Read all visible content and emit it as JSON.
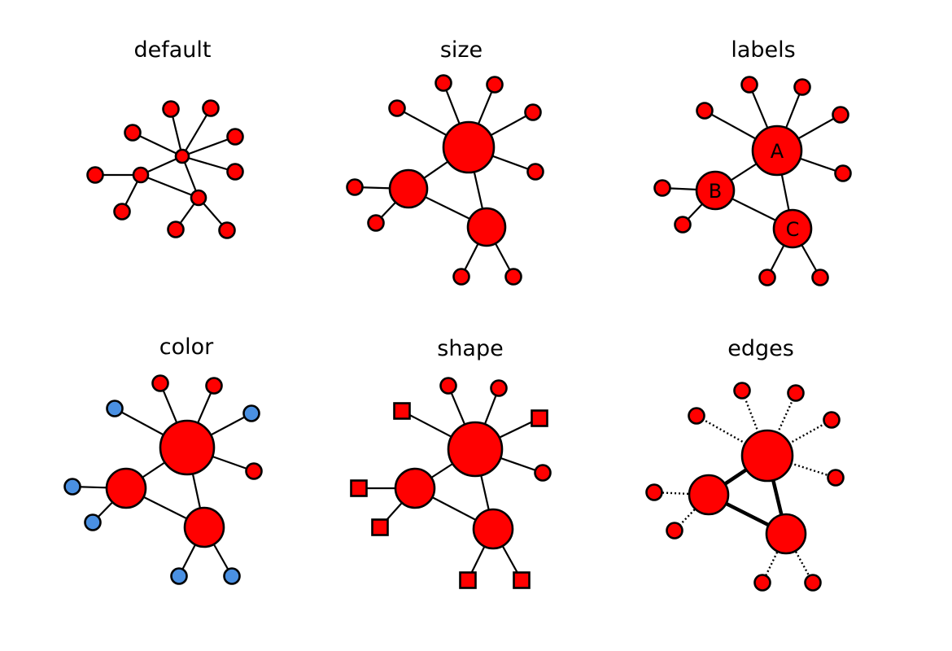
{
  "figure": {
    "panels": [
      {
        "id": "default",
        "title": "default",
        "node_style": "uniform",
        "hubs": [
          {
            "id": "A",
            "label": ""
          },
          {
            "id": "B",
            "label": ""
          },
          {
            "id": "C",
            "label": ""
          }
        ],
        "hub_edges": [
          [
            "A",
            "B"
          ],
          [
            "A",
            "C"
          ],
          [
            "B",
            "C"
          ]
        ],
        "leaves": [
          {
            "hub": "A",
            "color": "red",
            "shape": "circle"
          },
          {
            "hub": "A",
            "color": "red",
            "shape": "circle"
          },
          {
            "hub": "A",
            "color": "red",
            "shape": "circle"
          },
          {
            "hub": "A",
            "color": "red",
            "shape": "circle"
          },
          {
            "hub": "A",
            "color": "red",
            "shape": "circle"
          },
          {
            "hub": "B",
            "color": "red",
            "shape": "circle"
          },
          {
            "hub": "B",
            "color": "red",
            "shape": "circle"
          },
          {
            "hub": "C",
            "color": "red",
            "shape": "circle"
          },
          {
            "hub": "C",
            "color": "red",
            "shape": "circle"
          }
        ]
      },
      {
        "id": "size",
        "title": "size",
        "node_style": "sized",
        "hubs": [
          {
            "id": "A",
            "label": ""
          },
          {
            "id": "B",
            "label": ""
          },
          {
            "id": "C",
            "label": ""
          }
        ],
        "hub_edges": [
          [
            "A",
            "B"
          ],
          [
            "A",
            "C"
          ],
          [
            "B",
            "C"
          ]
        ],
        "leaves": [
          {
            "hub": "A",
            "color": "red",
            "shape": "circle"
          },
          {
            "hub": "A",
            "color": "red",
            "shape": "circle"
          },
          {
            "hub": "A",
            "color": "red",
            "shape": "circle"
          },
          {
            "hub": "A",
            "color": "red",
            "shape": "circle"
          },
          {
            "hub": "A",
            "color": "red",
            "shape": "circle"
          },
          {
            "hub": "B",
            "color": "red",
            "shape": "circle"
          },
          {
            "hub": "B",
            "color": "red",
            "shape": "circle"
          },
          {
            "hub": "C",
            "color": "red",
            "shape": "circle"
          },
          {
            "hub": "C",
            "color": "red",
            "shape": "circle"
          }
        ]
      },
      {
        "id": "labels",
        "title": "labels",
        "node_style": "sized",
        "hubs": [
          {
            "id": "A",
            "label": "A"
          },
          {
            "id": "B",
            "label": "B"
          },
          {
            "id": "C",
            "label": "C"
          }
        ],
        "hub_edges": [
          [
            "A",
            "B"
          ],
          [
            "A",
            "C"
          ],
          [
            "B",
            "C"
          ]
        ],
        "leaves": [
          {
            "hub": "A",
            "color": "red",
            "shape": "circle"
          },
          {
            "hub": "A",
            "color": "red",
            "shape": "circle"
          },
          {
            "hub": "A",
            "color": "red",
            "shape": "circle"
          },
          {
            "hub": "A",
            "color": "red",
            "shape": "circle"
          },
          {
            "hub": "A",
            "color": "red",
            "shape": "circle"
          },
          {
            "hub": "B",
            "color": "red",
            "shape": "circle"
          },
          {
            "hub": "B",
            "color": "red",
            "shape": "circle"
          },
          {
            "hub": "C",
            "color": "red",
            "shape": "circle"
          },
          {
            "hub": "C",
            "color": "red",
            "shape": "circle"
          }
        ]
      },
      {
        "id": "color",
        "title": "color",
        "node_style": "sized",
        "hubs": [
          {
            "id": "A",
            "label": ""
          },
          {
            "id": "B",
            "label": ""
          },
          {
            "id": "C",
            "label": ""
          }
        ],
        "hub_edges": [
          [
            "A",
            "B"
          ],
          [
            "A",
            "C"
          ],
          [
            "B",
            "C"
          ]
        ],
        "leaves": [
          {
            "hub": "A",
            "color": "red",
            "shape": "circle"
          },
          {
            "hub": "A",
            "color": "red",
            "shape": "circle"
          },
          {
            "hub": "A",
            "color": "blue",
            "shape": "circle"
          },
          {
            "hub": "A",
            "color": "blue",
            "shape": "circle"
          },
          {
            "hub": "A",
            "color": "red",
            "shape": "circle"
          },
          {
            "hub": "B",
            "color": "blue",
            "shape": "circle"
          },
          {
            "hub": "B",
            "color": "blue",
            "shape": "circle"
          },
          {
            "hub": "C",
            "color": "blue",
            "shape": "circle"
          },
          {
            "hub": "C",
            "color": "blue",
            "shape": "circle"
          }
        ]
      },
      {
        "id": "shape",
        "title": "shape",
        "node_style": "sized",
        "hubs": [
          {
            "id": "A",
            "label": ""
          },
          {
            "id": "B",
            "label": ""
          },
          {
            "id": "C",
            "label": ""
          }
        ],
        "hub_edges": [
          [
            "A",
            "B"
          ],
          [
            "A",
            "C"
          ],
          [
            "B",
            "C"
          ]
        ],
        "leaves": [
          {
            "hub": "A",
            "color": "red",
            "shape": "circle"
          },
          {
            "hub": "A",
            "color": "red",
            "shape": "circle"
          },
          {
            "hub": "A",
            "color": "red",
            "shape": "square"
          },
          {
            "hub": "A",
            "color": "red",
            "shape": "square"
          },
          {
            "hub": "A",
            "color": "red",
            "shape": "circle"
          },
          {
            "hub": "B",
            "color": "red",
            "shape": "square"
          },
          {
            "hub": "B",
            "color": "red",
            "shape": "square"
          },
          {
            "hub": "C",
            "color": "red",
            "shape": "square"
          },
          {
            "hub": "C",
            "color": "red",
            "shape": "square"
          }
        ]
      },
      {
        "id": "edges",
        "title": "edges",
        "node_style": "sized",
        "edge_style": {
          "hub_edges": "thick",
          "leaf_edges": "dotted"
        },
        "hubs": [
          {
            "id": "A",
            "label": ""
          },
          {
            "id": "B",
            "label": ""
          },
          {
            "id": "C",
            "label": ""
          }
        ],
        "hub_edges": [
          [
            "A",
            "B"
          ],
          [
            "A",
            "C"
          ],
          [
            "B",
            "C"
          ]
        ],
        "leaves": [
          {
            "hub": "A",
            "color": "red",
            "shape": "circle"
          },
          {
            "hub": "A",
            "color": "red",
            "shape": "circle"
          },
          {
            "hub": "A",
            "color": "red",
            "shape": "circle"
          },
          {
            "hub": "A",
            "color": "red",
            "shape": "circle"
          },
          {
            "hub": "A",
            "color": "red",
            "shape": "circle"
          },
          {
            "hub": "B",
            "color": "red",
            "shape": "circle"
          },
          {
            "hub": "B",
            "color": "red",
            "shape": "circle"
          },
          {
            "hub": "C",
            "color": "red",
            "shape": "circle"
          },
          {
            "hub": "C",
            "color": "red",
            "shape": "circle"
          }
        ]
      }
    ],
    "colors": {
      "red": "#ff0000",
      "blue": "#4a90e2",
      "stroke": "#000000"
    }
  }
}
